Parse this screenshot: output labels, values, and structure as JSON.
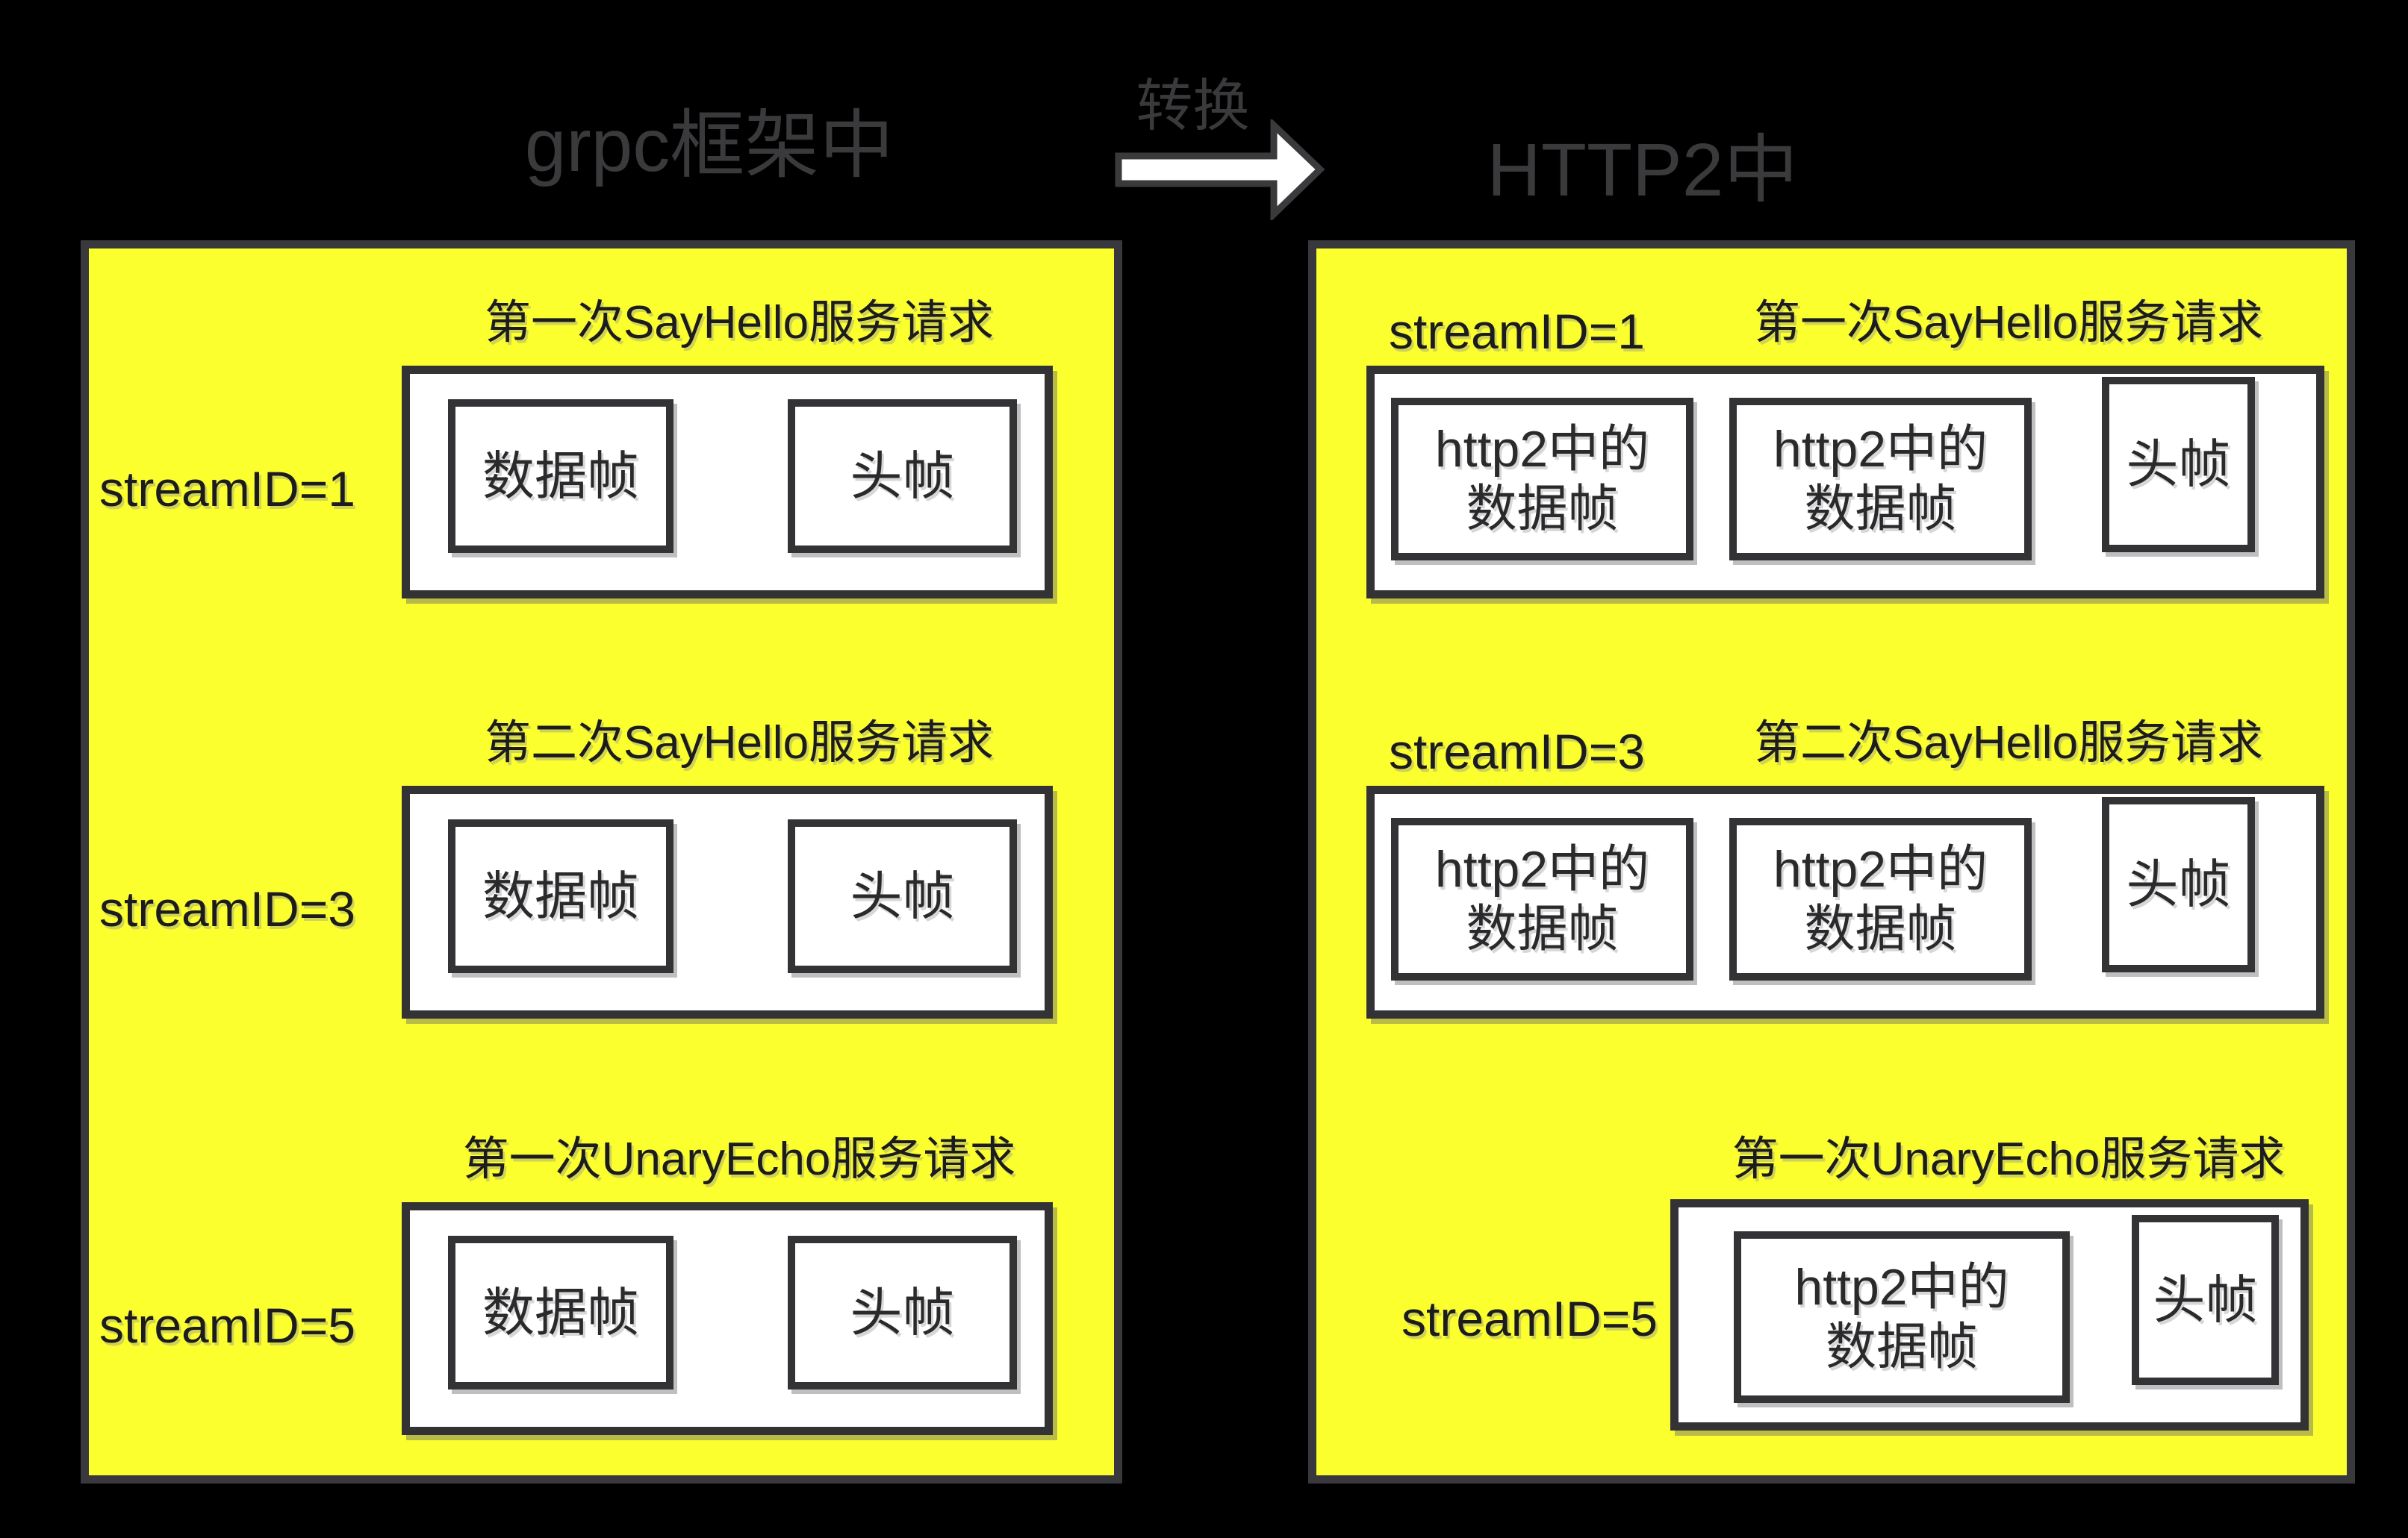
{
  "header": {
    "left_title": "grpc框架中",
    "arrow_label": "转换",
    "right_title": "HTTP2中"
  },
  "left_panel": {
    "name": "grpc框架中",
    "rows": [
      {
        "stream_id": "streamID=1",
        "title": "第一次SayHello服务请求",
        "frames": [
          "数据帧",
          "头帧"
        ]
      },
      {
        "stream_id": "streamID=3",
        "title": "第二次SayHello服务请求",
        "frames": [
          "数据帧",
          "头帧"
        ]
      },
      {
        "stream_id": "streamID=5",
        "title": "第一次UnaryEcho服务请求",
        "frames": [
          "数据帧",
          "头帧"
        ]
      }
    ]
  },
  "right_panel": {
    "name": "HTTP2中",
    "rows": [
      {
        "stream_id": "streamID=1",
        "title": "第一次SayHello服务请求",
        "frames": [
          [
            "http2中的",
            "数据帧"
          ],
          [
            "http2中的",
            "数据帧"
          ],
          "头帧"
        ]
      },
      {
        "stream_id": "streamID=3",
        "title": "第二次SayHello服务请求",
        "frames": [
          [
            "http2中的",
            "数据帧"
          ],
          [
            "http2中的",
            "数据帧"
          ],
          "头帧"
        ]
      },
      {
        "stream_id": "streamID=5",
        "title": "第一次UnaryEcho服务请求",
        "frames": [
          [
            "http2中的",
            "数据帧"
          ],
          "头帧"
        ]
      }
    ]
  },
  "colors": {
    "background": "#000000",
    "panel_yellow": "#FCFF2E",
    "panel_border": "#39393D",
    "box_border": "#333336",
    "heading_gray": "#3A3A3C",
    "text_black": "#1C1C1E",
    "arrow_fill": "#FFFFFF",
    "arrow_outline": "#3A3A3C"
  }
}
